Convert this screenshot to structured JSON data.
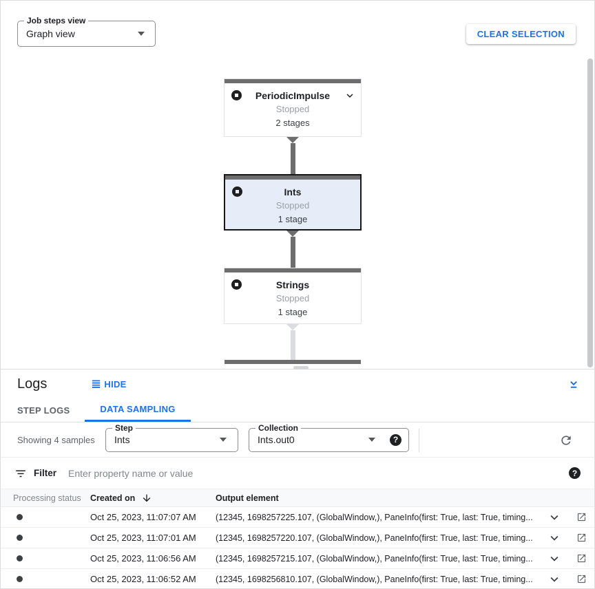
{
  "toolbar": {
    "job_steps_view_label": "Job steps view",
    "job_steps_view_value": "Graph view",
    "clear_selection_label": "CLEAR SELECTION"
  },
  "graph": {
    "nodes": [
      {
        "title": "PeriodicImpulse",
        "status": "Stopped",
        "stages": "2 stages",
        "selected": false,
        "expandable": true
      },
      {
        "title": "Ints",
        "status": "Stopped",
        "stages": "1 stage",
        "selected": true,
        "expandable": false
      },
      {
        "title": "Strings",
        "status": "Stopped",
        "stages": "1 stage",
        "selected": false,
        "expandable": false
      }
    ]
  },
  "logs": {
    "title": "Logs",
    "hide_label": "HIDE",
    "tabs": [
      {
        "label": "STEP LOGS",
        "active": false
      },
      {
        "label": "DATA SAMPLING",
        "active": true
      }
    ],
    "sampling": {
      "showing_text": "Showing 4 samples",
      "step_label": "Step",
      "step_value": "Ints",
      "collection_label": "Collection",
      "collection_value": "Ints.out0"
    },
    "filter": {
      "label": "Filter",
      "placeholder": "Enter property name or value"
    },
    "table": {
      "col_status": "Processing status",
      "col_created": "Created on",
      "col_output": "Output element",
      "rows": [
        {
          "created_on": "Oct 25, 2023, 11:07:07 AM",
          "output_element": "(12345, 1698257225.107, (GlobalWindow,), PaneInfo(first: True, last: True, timing..."
        },
        {
          "created_on": "Oct 25, 2023, 11:07:01 AM",
          "output_element": "(12345, 1698257220.107, (GlobalWindow,), PaneInfo(first: True, last: True, timing..."
        },
        {
          "created_on": "Oct 25, 2023, 11:06:56 AM",
          "output_element": "(12345, 1698257215.107, (GlobalWindow,), PaneInfo(first: True, last: True, timing..."
        },
        {
          "created_on": "Oct 25, 2023, 11:06:52 AM",
          "output_element": "(12345, 1698256810.107, (GlobalWindow,), PaneInfo(first: True, last: True, timing..."
        }
      ]
    }
  },
  "icons": {
    "help_glyph": "?",
    "hide_icon": "view-headline",
    "collapse_icon": "collapse-panel",
    "refresh_icon": "refresh",
    "filter_icon": "filter-list",
    "sort_icon": "arrow-downward",
    "expand_icon": "expand-more",
    "open_icon": "open-in-new",
    "stopped_icon": "stop-circle"
  },
  "colors": {
    "accent_blue": "#1a73e8",
    "node_strip_gray": "#6d6d6d",
    "selected_node_bg": "#e7edf8",
    "edge_light_gray": "#dbdce0",
    "text_dark": "#202124",
    "text_gray": "#5f6368",
    "status_stopped_text": "#9aa0a6"
  }
}
